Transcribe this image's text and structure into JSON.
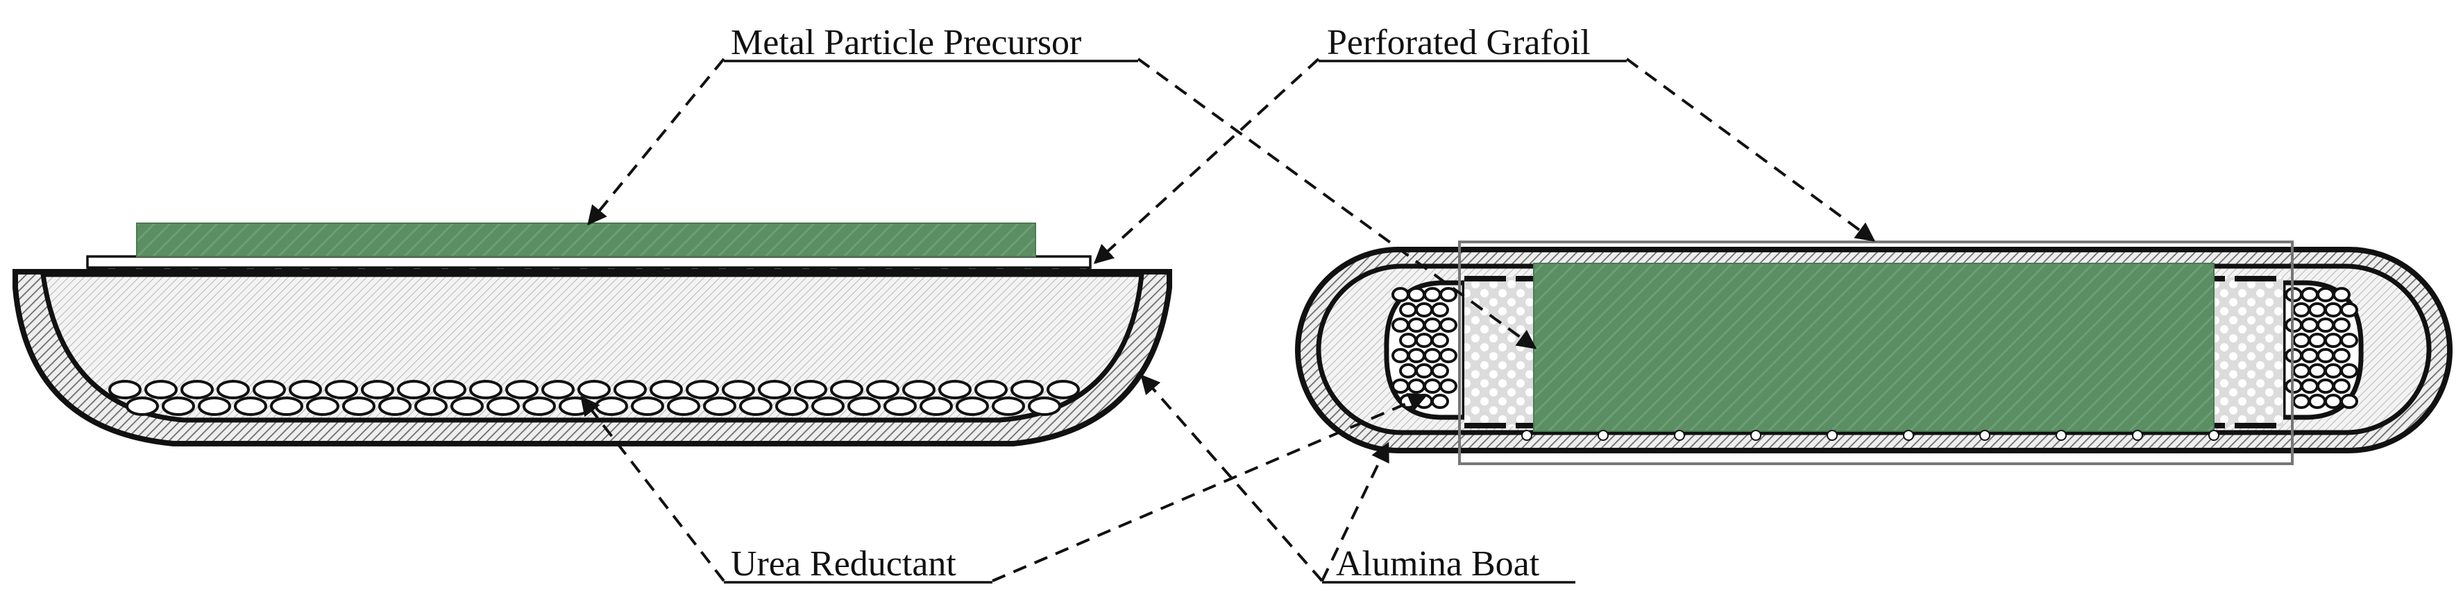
{
  "labels": {
    "metal_particle_precursor": "Metal Particle Precursor",
    "perforated_grafoil": "Perforated Grafoil",
    "urea_reductant": "Urea Reductant",
    "alumina_boat": "Alumina Boat"
  },
  "colors": {
    "precursor_green": "#5b8f63",
    "precursor_green_dark": "#48774f",
    "outline": "#111111",
    "frame_gray": "#777777"
  }
}
